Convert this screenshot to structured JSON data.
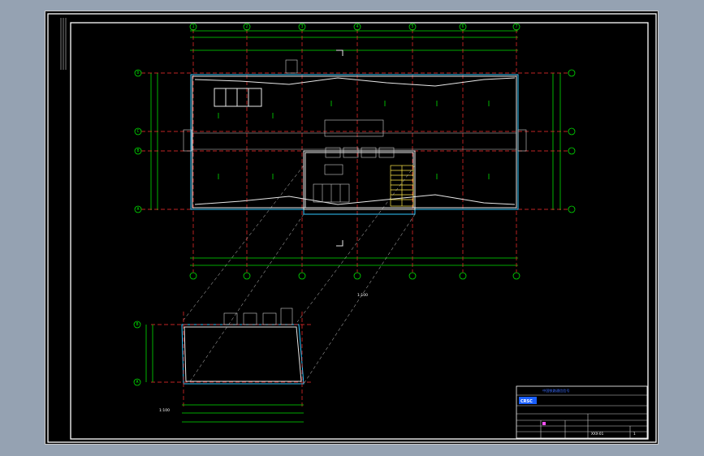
{
  "drawing": {
    "plan_axes_top": [
      "1",
      "2",
      "3",
      "4",
      "5",
      "6",
      "7"
    ],
    "plan_axes_side": [
      "D",
      "C",
      "B",
      "A"
    ],
    "detail_axes_side": [
      "B",
      "A"
    ],
    "scale_main": "1:100",
    "scale_detail": "1:100"
  },
  "title_block": {
    "logo": "CRSC",
    "company": "中国铁路通信信号",
    "sheet_no": "1",
    "drawing_no": "XXX-01"
  },
  "colors": {
    "background": "#000000",
    "viewport": "#95a2b2",
    "grid": "#00e000",
    "axis_line": "#ff3030",
    "wall": "#30c8ff",
    "stair": "#ffe94a"
  }
}
